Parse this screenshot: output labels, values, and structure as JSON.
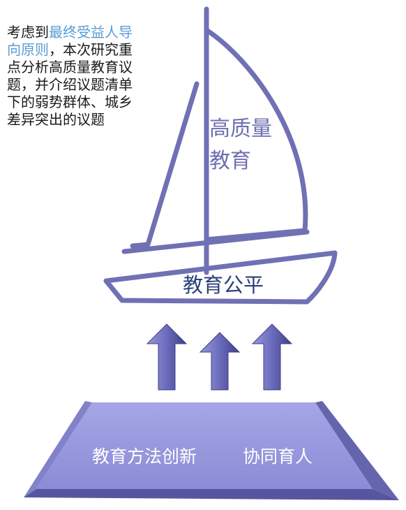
{
  "intro": {
    "prefix": "考虑到",
    "highlight": "最终受益人导向原则",
    "suffix": "，本次研究重点分析高质量教育议题，并介绍议题清单下的弱势群体、城乡差异突出的议题"
  },
  "diagram": {
    "sail_label_line1": "高质量",
    "sail_label_line2": "教育",
    "hull_label": "教育公平",
    "base_labels": [
      "教育方法创新",
      "协同育人"
    ],
    "colors": {
      "boat_stroke": "#7070b4",
      "sail_text": "#6f6fb0",
      "hull_text": "#2a3f7a",
      "arrow_fill": "#6b6bbd",
      "base_top": "#9c9ce0",
      "base_side": "#6060a8",
      "highlight_text": "#5b9bd5"
    },
    "icons": [
      "sailboat",
      "up-arrow",
      "up-arrow",
      "up-arrow",
      "trapezoid-platform"
    ]
  }
}
